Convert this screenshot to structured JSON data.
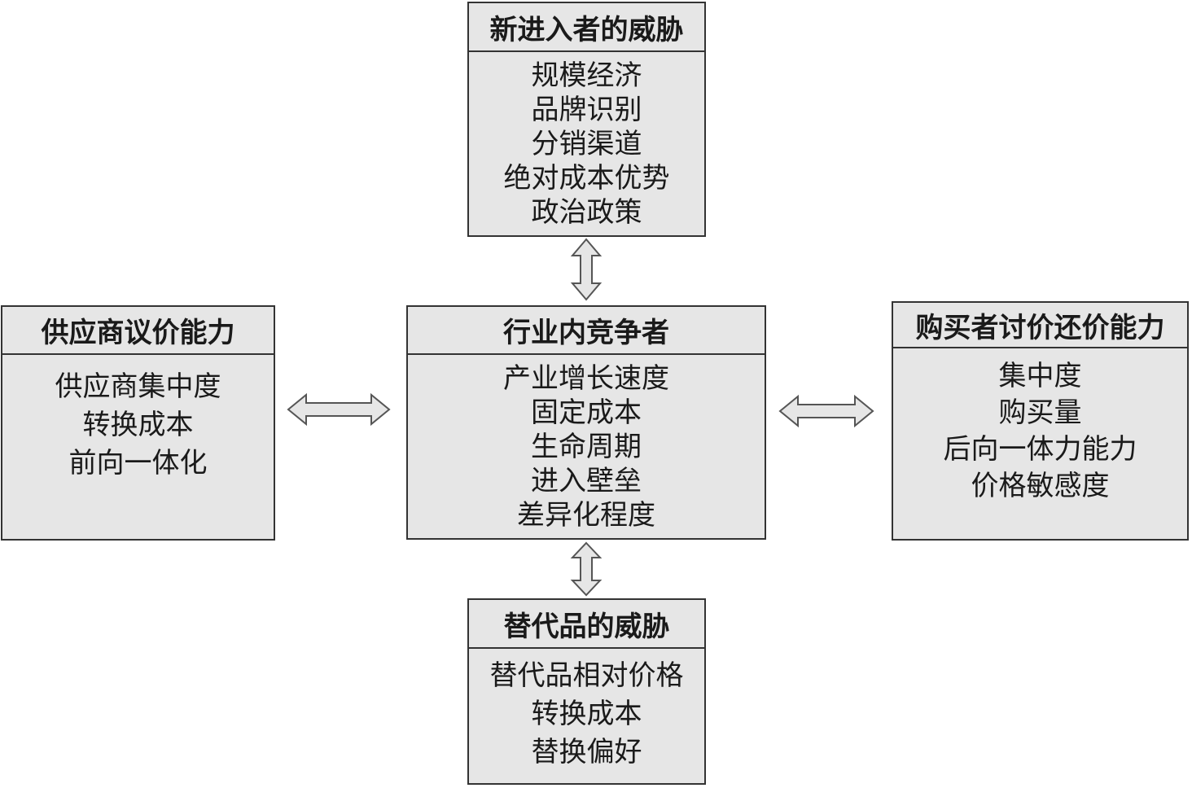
{
  "colors": {
    "box_fill": "#e6e6e6",
    "box_border": "#333333",
    "arrow_fill": "#e6e6e6",
    "arrow_stroke": "#555555"
  },
  "boxes": {
    "entrants": {
      "title": "新进入者的威胁",
      "items": [
        "规模经济",
        "品牌识别",
        "分销渠道",
        "绝对成本优势",
        "政治政策"
      ]
    },
    "rivals": {
      "title": "行业内竞争者",
      "items": [
        "产业增长速度",
        "固定成本",
        "生命周期",
        "进入壁垒",
        "差异化程度"
      ]
    },
    "suppliers": {
      "title": "供应商议价能力",
      "items": [
        "供应商集中度",
        "转换成本",
        "前向一体化"
      ]
    },
    "buyers": {
      "title": "购买者讨价还价能力",
      "items": [
        "集中度",
        "购买量",
        "后向一体力能力",
        "价格敏感度"
      ]
    },
    "substitutes": {
      "title": "替代品的威胁",
      "items": [
        "替代品相对价格",
        "转换成本",
        "替换偏好"
      ]
    }
  },
  "arrows": [
    {
      "name": "arrow-entrants-rivals",
      "direction": "vertical",
      "connects": [
        "entrants",
        "rivals"
      ]
    },
    {
      "name": "arrow-suppliers-rivals",
      "direction": "horizontal",
      "connects": [
        "suppliers",
        "rivals"
      ]
    },
    {
      "name": "arrow-rivals-buyers",
      "direction": "horizontal",
      "connects": [
        "rivals",
        "buyers"
      ]
    },
    {
      "name": "arrow-rivals-substitutes",
      "direction": "vertical",
      "connects": [
        "rivals",
        "substitutes"
      ]
    }
  ]
}
